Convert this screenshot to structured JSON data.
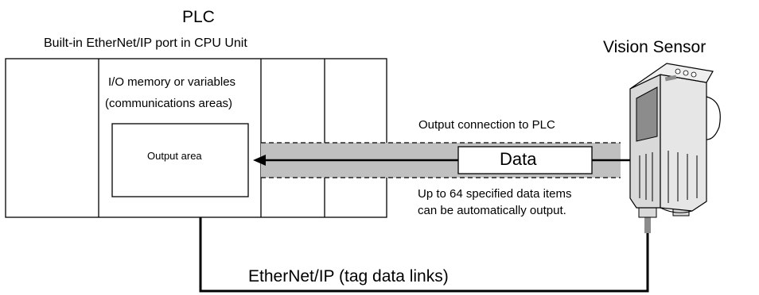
{
  "plc": {
    "title": "PLC",
    "port_label": "Built-in EtherNet/IP port in CPU Unit",
    "memory_label_line1": "I/O memory or variables",
    "memory_label_line2": "(communications areas)",
    "output_area_label": "Output area"
  },
  "sensor": {
    "title": "Vision Sensor"
  },
  "connection": {
    "label": "Output connection to PLC",
    "data_label": "Data",
    "note_line1": "Up to 64 specified data items",
    "note_line2": "can be automatically output."
  },
  "network": {
    "label": "EtherNet/IP (tag data links)"
  },
  "colors": {
    "band": "#c0c0c0",
    "line": "#000000",
    "camera_body": "#d9d9d9",
    "camera_dark": "#8c8c8c"
  }
}
